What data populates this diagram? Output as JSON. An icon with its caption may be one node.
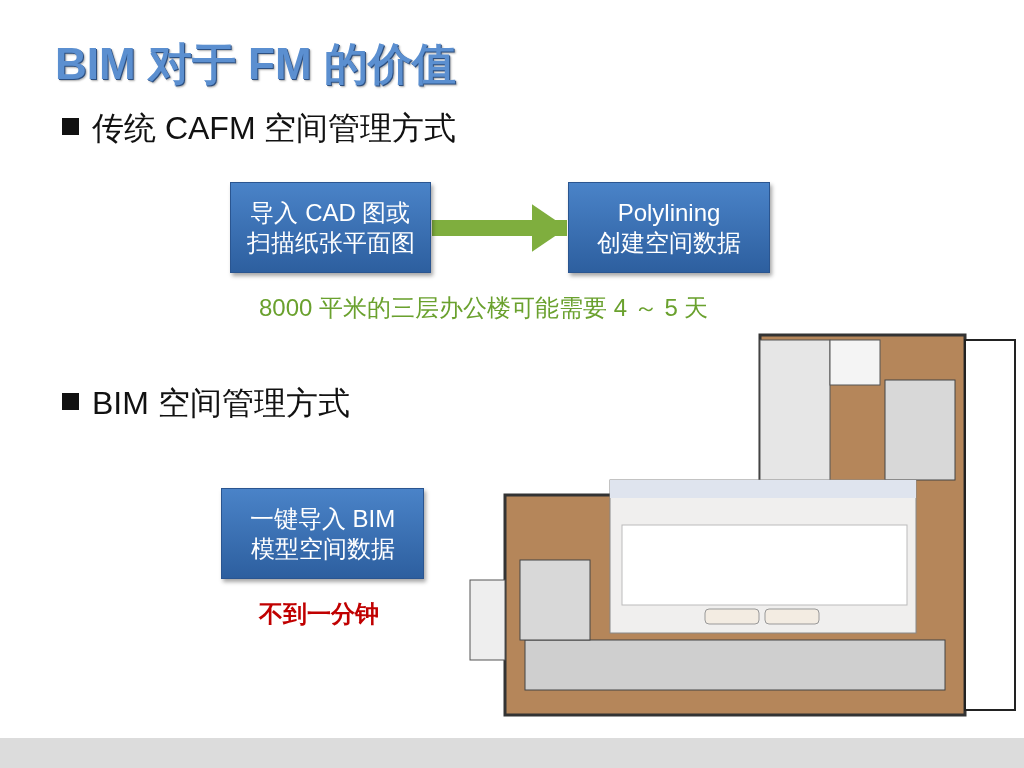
{
  "diagram": {
    "title": "BIM 对于 FM 的价值",
    "nodes": [
      {
        "text": [
          "导入 CAD 图或扫描纸张平面图"
        ]
      },
      {
        "text": [
          "Polylining 创建空间数据"
        ]
      },
      {
        "text": [
          "一键导入 BIM模型空间数据"
        ]
      }
    ],
    "edges": [
      {
        "from": 0,
        "to": 1,
        "arrow": "to"
      }
    ],
    "labels": [
      "传统 CAFM 空间管理方式",
      "8000 平米的三层办公楼可能需要 4 ～ 5 天",
      "BIM 空间管理方式",
      "不到一分钟"
    ]
  }
}
